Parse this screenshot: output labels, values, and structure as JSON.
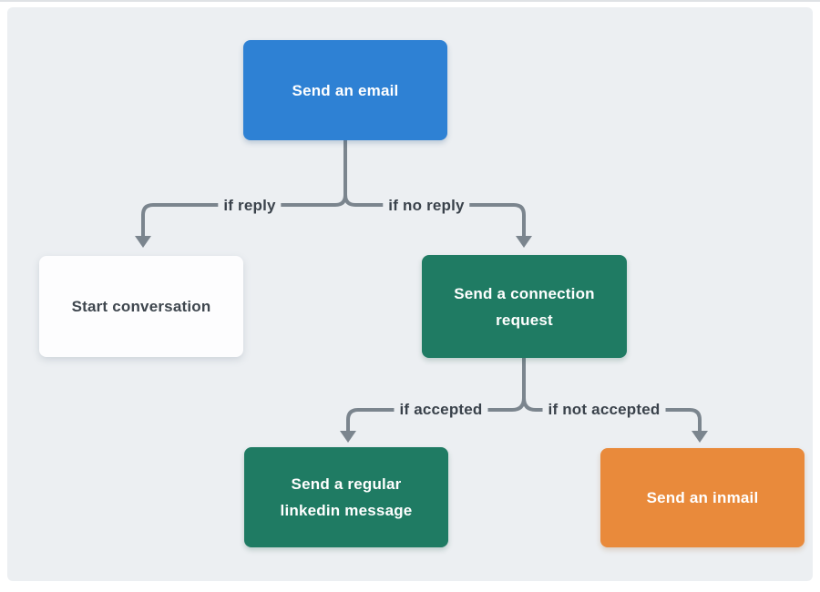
{
  "colors": {
    "canvas_background": "#ffffff",
    "panel_background": "#eceff2",
    "node_blue": "#2e81d4",
    "node_green": "#1f7b63",
    "node_orange": "#e98a3b",
    "node_white": "#fdfdfe",
    "node_text_light": "#ffffff",
    "node_text_dark": "#3e464e",
    "connector": "#7b858e",
    "edge_label_text": "#3a424b"
  },
  "diagram": {
    "nodes": [
      {
        "id": "send-email",
        "label": "Send an email",
        "color": "#2e81d4"
      },
      {
        "id": "start-conversation",
        "label": "Start conversation",
        "color": "#fdfdfe"
      },
      {
        "id": "connection-request",
        "label": "Send a connection request",
        "color": "#1f7b63"
      },
      {
        "id": "linkedin-message",
        "label": "Send a regular linkedin message",
        "color": "#1f7b63"
      },
      {
        "id": "send-inmail",
        "label": "Send an inmail",
        "color": "#e98a3b"
      }
    ],
    "edge_labels": [
      {
        "id": "if-reply",
        "label": "if reply"
      },
      {
        "id": "if-no-reply",
        "label": "if no reply"
      },
      {
        "id": "if-accepted",
        "label": "if accepted"
      },
      {
        "id": "if-not-accepted",
        "label": "if not accepted"
      }
    ]
  }
}
